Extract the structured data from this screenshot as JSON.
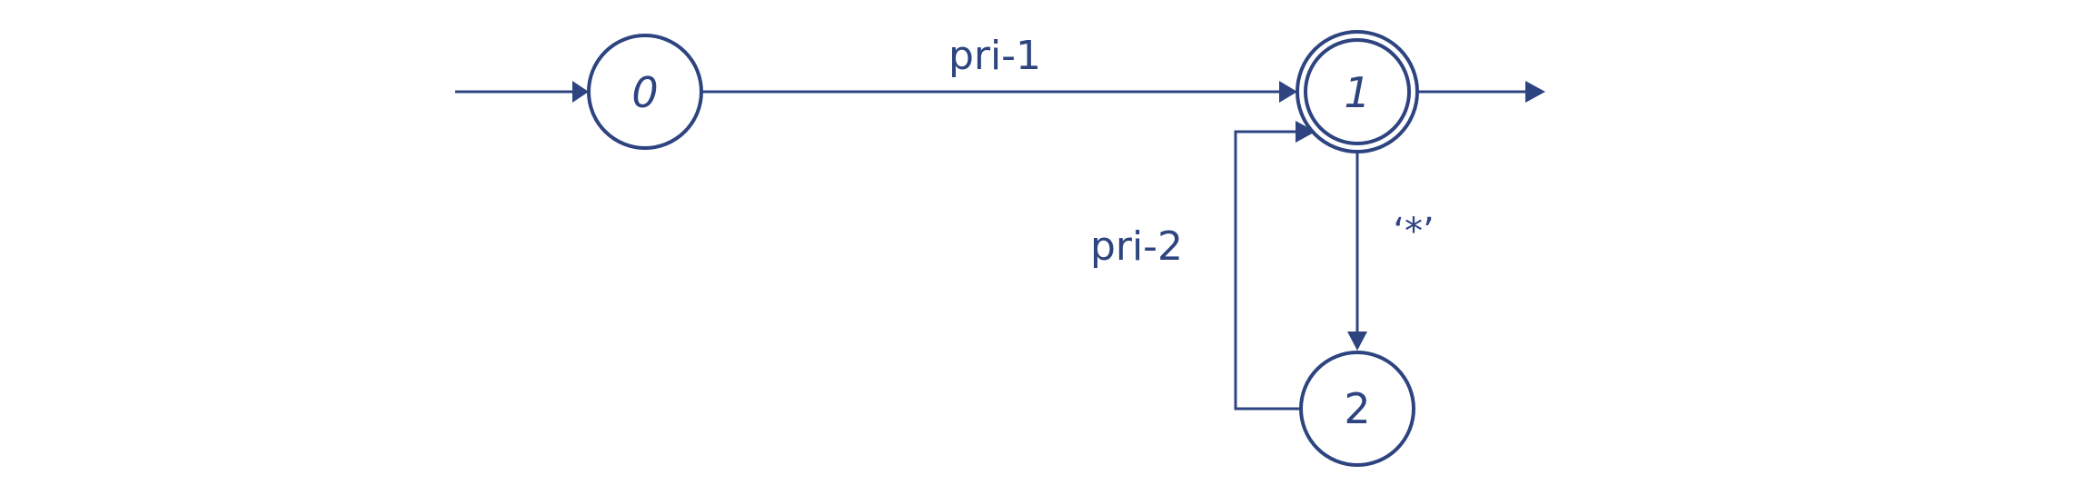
{
  "diagram": {
    "type": "finite-state-automaton",
    "color": "#2e4480",
    "states": [
      {
        "id": "0",
        "label": "0",
        "initial": true,
        "accepting": false
      },
      {
        "id": "1",
        "label": "1",
        "initial": false,
        "accepting": true
      },
      {
        "id": "2",
        "label": "2",
        "initial": false,
        "accepting": false
      }
    ],
    "transitions": [
      {
        "from": "0",
        "to": "1",
        "label": "pri-1"
      },
      {
        "from": "1",
        "to": "2",
        "label": "‘*’"
      },
      {
        "from": "2",
        "to": "1",
        "label": "pri-2"
      }
    ]
  }
}
